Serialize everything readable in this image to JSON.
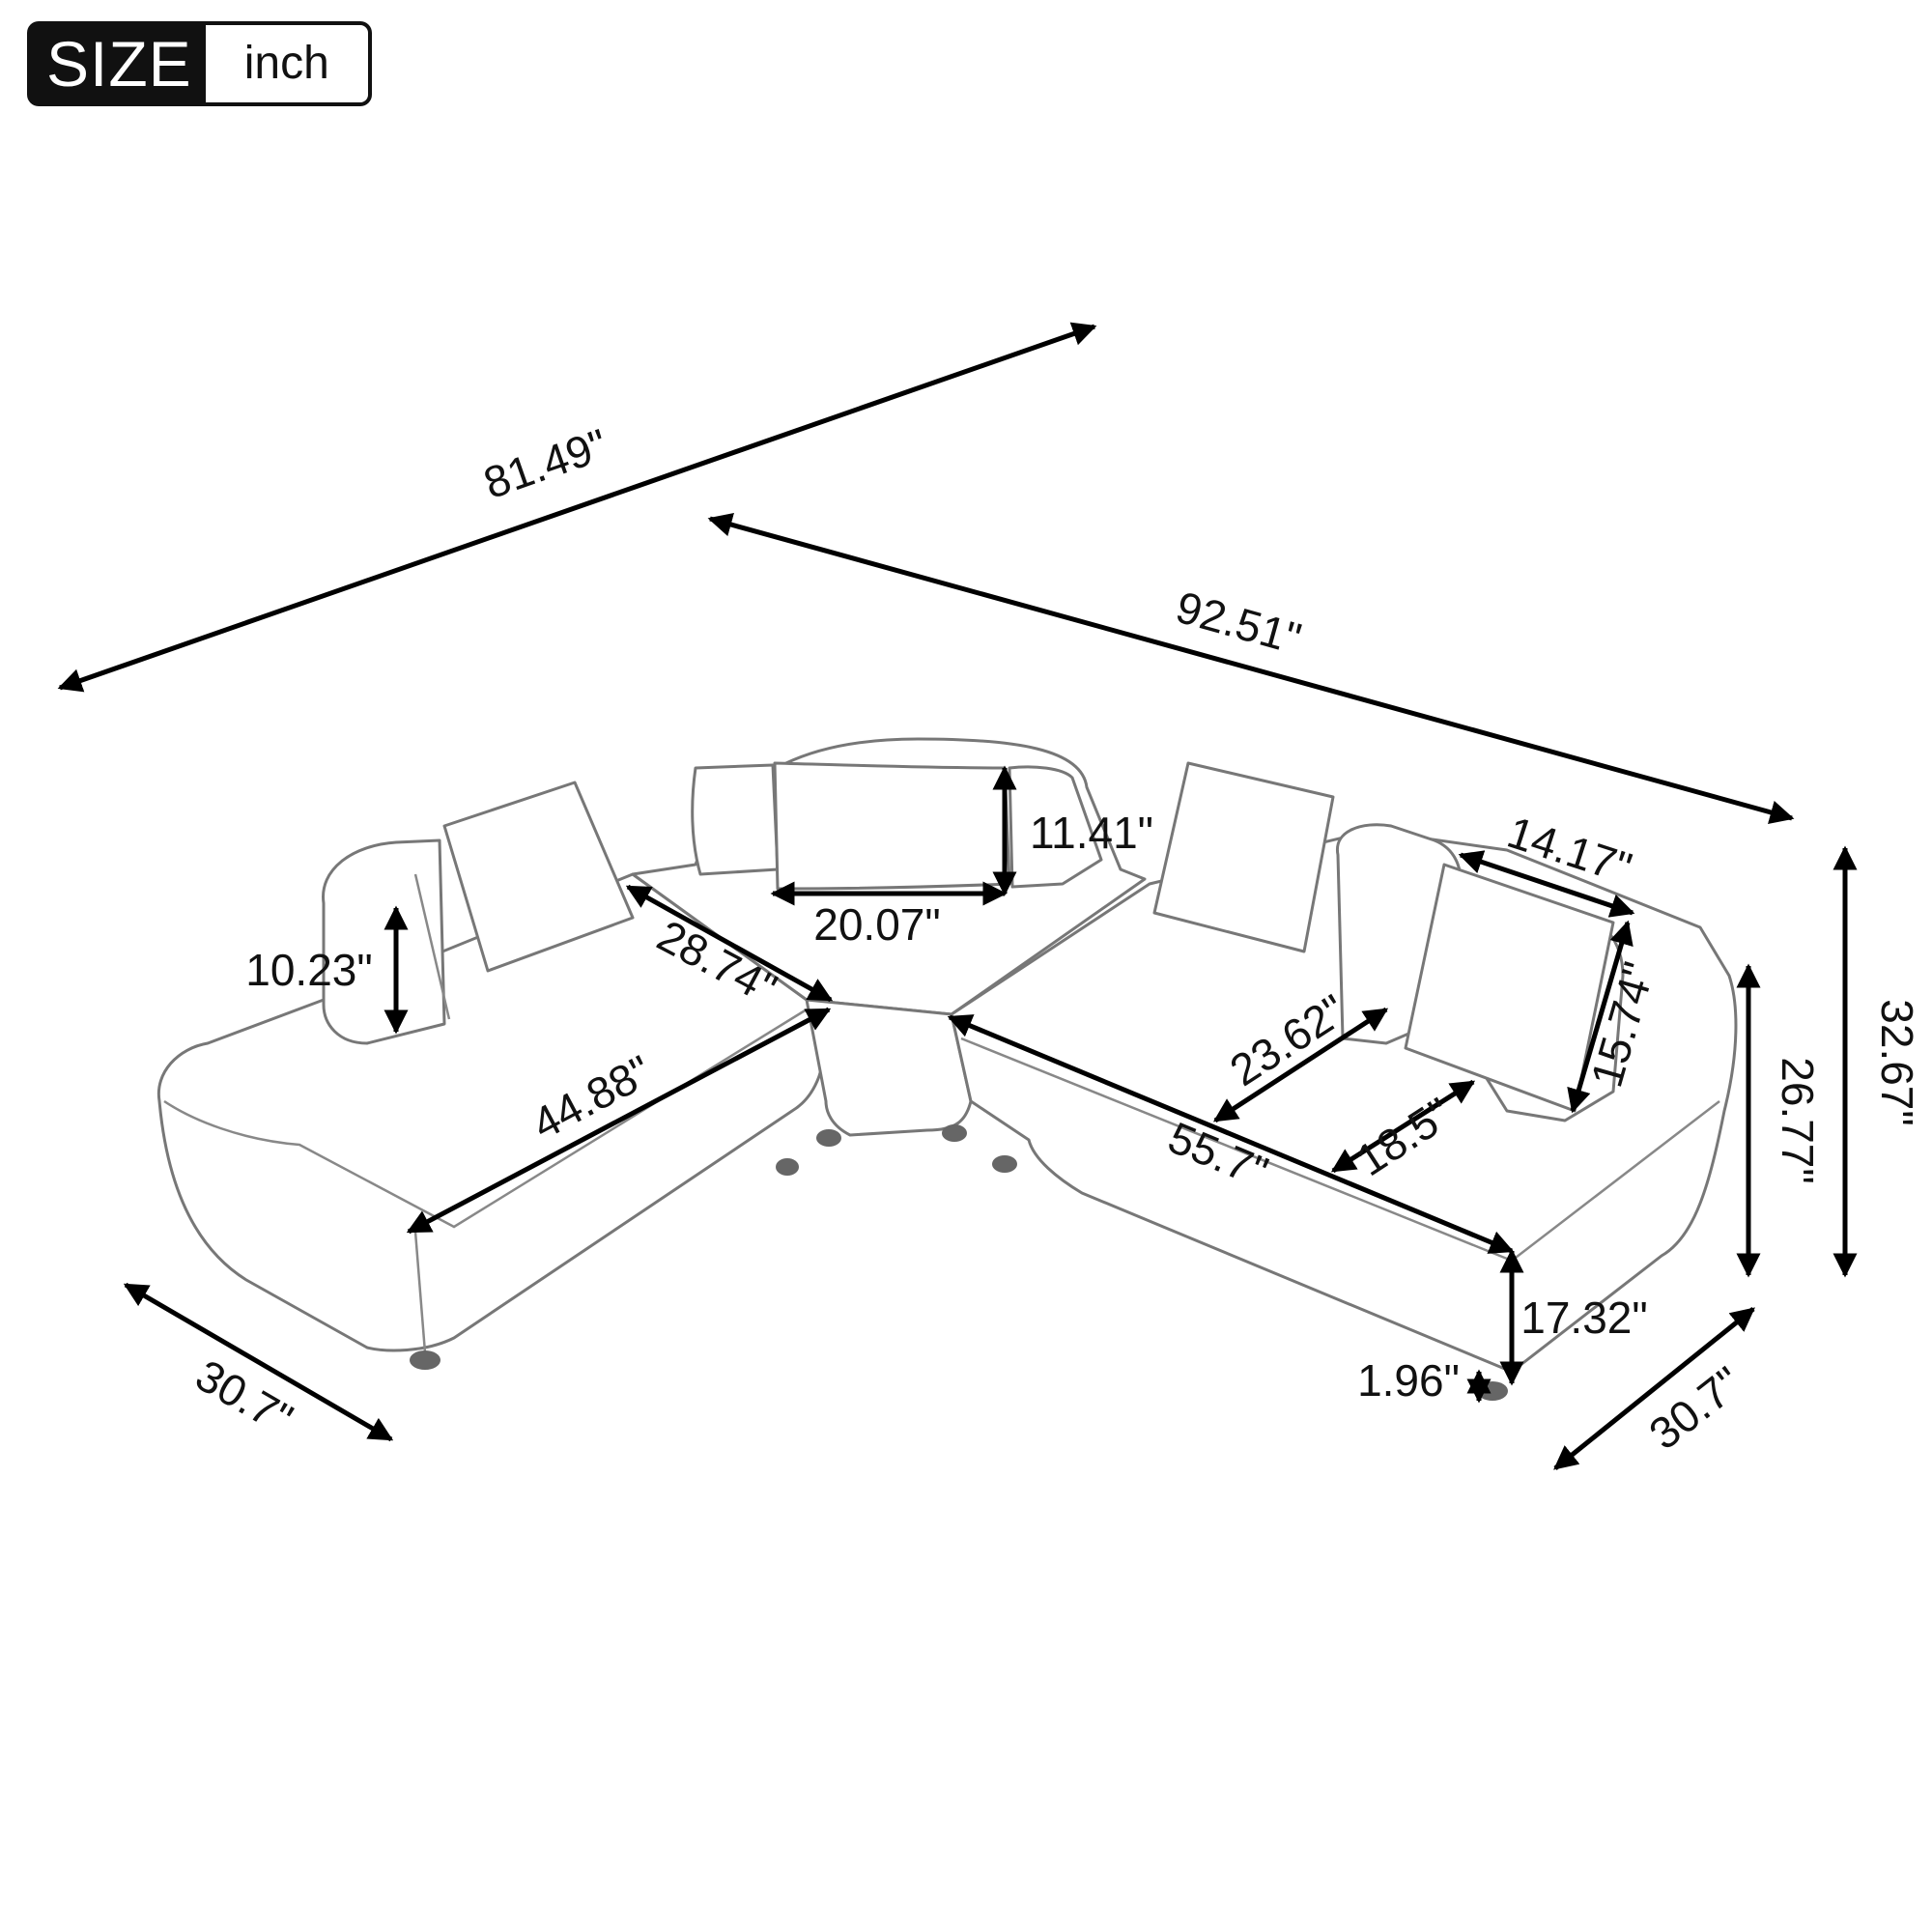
{
  "header": {
    "badge_label": "SIZE",
    "unit": "inch"
  },
  "dimensions": {
    "overall_left_length": "81.49\"",
    "overall_right_length": "92.51\"",
    "left_pillow_height": "10.23\"",
    "left_chaise_back_depth": "28.74\"",
    "left_chaise_length": "44.88\"",
    "left_chaise_width": "30.7\"",
    "corner_pillow_height": "11.41\"",
    "corner_pillow_width": "20.07\"",
    "right_pillow_width": "14.17\"",
    "right_pillow_height": "15.74\"",
    "right_seat_depth": "23.62\"",
    "right_arm_width": "18.5\"",
    "right_seat_length": "55.7\"",
    "right_back_height": "26.77\"",
    "overall_height": "32.67\"",
    "seat_height": "17.32\"",
    "leg_height": "1.96\"",
    "right_chaise_width": "30.7\""
  },
  "colors": {
    "ink": "#111111",
    "outline": "#777777",
    "background": "#ffffff"
  }
}
